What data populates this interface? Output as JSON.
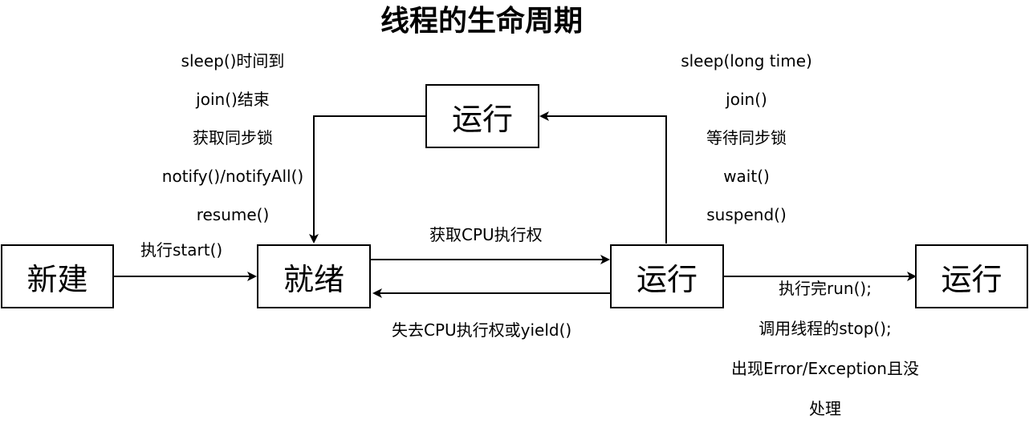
{
  "title": "线程的生命周期",
  "states": {
    "new": "新建",
    "ready": "就绪",
    "running": "运行",
    "blocked": "运行",
    "dead": "运行"
  },
  "edges": {
    "start": "执行start()",
    "acquire_cpu": "获取CPU执行权",
    "lose_cpu": "失去CPU执行权或yield()",
    "to_blocked": [
      "sleep(long time)",
      "join()",
      "等待同步锁",
      "wait()",
      "suspend()"
    ],
    "from_blocked": [
      "sleep()时间到",
      "join()结束",
      "获取同步锁",
      "notify()/notifyAll()",
      "resume()"
    ],
    "to_dead": [
      "执行完run();",
      "调用线程的stop();",
      "出现Error/Exception且没",
      "处理"
    ]
  }
}
